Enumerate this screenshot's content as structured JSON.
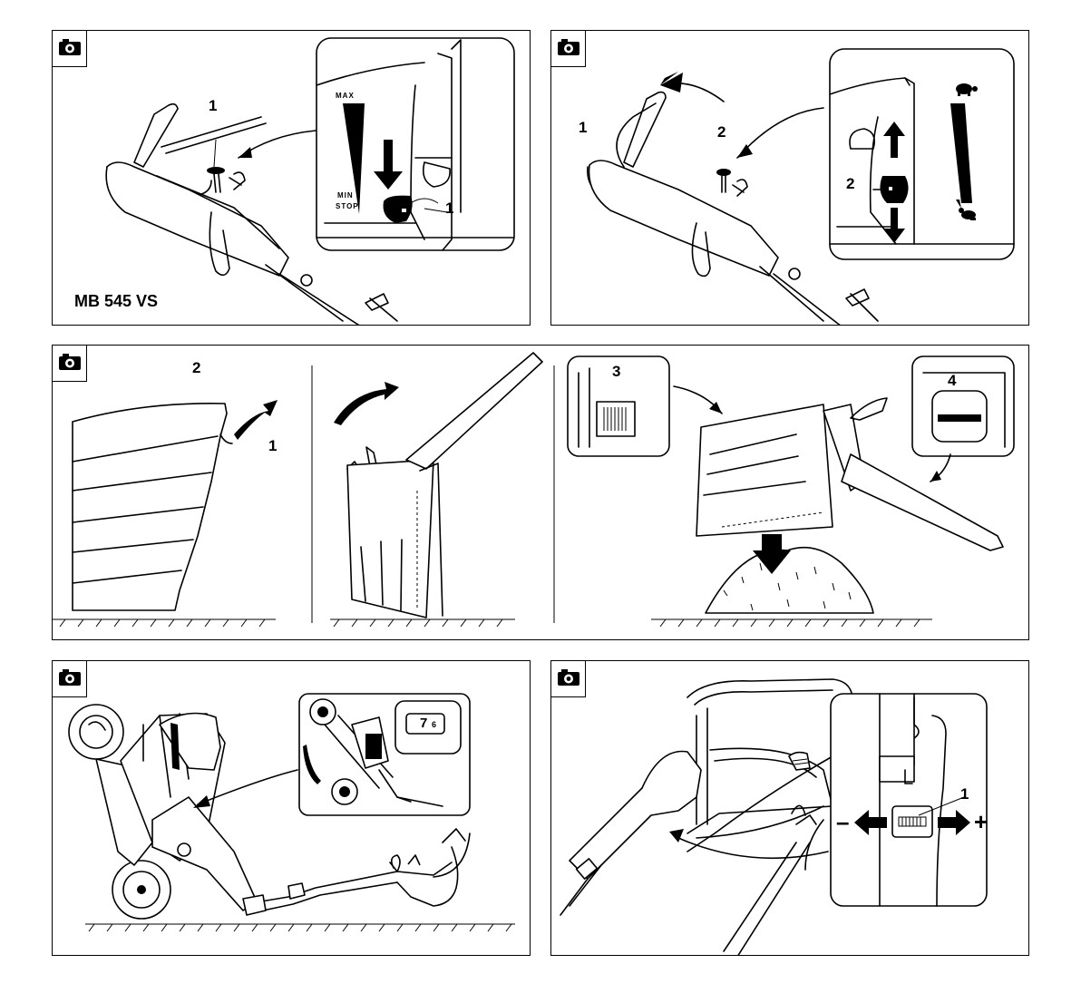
{
  "panels": {
    "p1": {
      "callouts": [
        "1",
        "1"
      ],
      "max_label": "MAX",
      "min_label": "MIN",
      "stop_label": "STOP",
      "model": "MB 545 VS"
    },
    "p2": {
      "callouts": [
        "1",
        "2",
        "2"
      ]
    },
    "p3": {
      "callouts": [
        "2",
        "1",
        "3",
        "4"
      ]
    },
    "p4": {
      "gauge_digits": [
        "7",
        "6"
      ]
    },
    "p5": {
      "callout": "1",
      "minus": "–",
      "plus": "+"
    }
  },
  "icons": {
    "camera": "camera-icon",
    "turtle": "turtle-icon",
    "hare": "hare-icon"
  },
  "colors": {
    "ink": "#000000",
    "paper": "#ffffff"
  }
}
